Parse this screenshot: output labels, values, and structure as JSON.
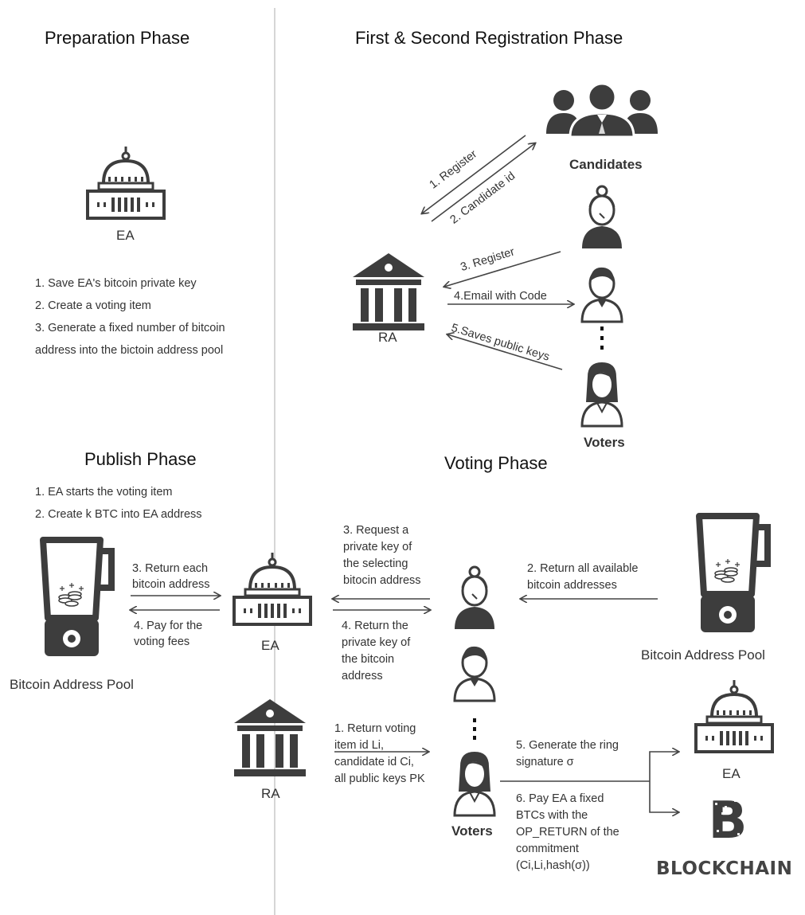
{
  "headings": {
    "preparation": "Preparation Phase",
    "registration": "First & Second Registration Phase",
    "publish": "Publish Phase",
    "voting": "Voting Phase"
  },
  "preparation": {
    "ea_label": "EA",
    "steps": [
      "1. Save EA's bitcoin private key",
      "2. Create a voting item",
      "3. Generate a fixed number of bitcoin",
      "address into the bictoin address pool"
    ]
  },
  "registration": {
    "candidates_label": "Candidates",
    "ra_label": "RA",
    "voters_label": "Voters",
    "arrows": {
      "register1": "1. Register",
      "candidate_id": "2. Candidate id",
      "register3": "3. Register",
      "email": "4.Email with Code",
      "saves": "5.Saves public keys"
    }
  },
  "publish": {
    "steps": [
      "1. EA starts the voting item",
      "2. Create k BTC into EA address"
    ],
    "return_each": [
      "3. Return each",
      "bitcoin address"
    ],
    "pay_fees": [
      "4. Pay for the",
      "voting fees"
    ],
    "pool_label": "Bitcoin Address Pool",
    "ea_label": "EA",
    "ra_label": "RA"
  },
  "voting": {
    "request": [
      "3. Request a",
      "private key of",
      "the selecting",
      "bitocin address"
    ],
    "return_key": [
      "4. Return the",
      "private key of",
      "the bitcoin",
      "address"
    ],
    "return_all": [
      "2. Return all available",
      "bitcoin addresses"
    ],
    "pool_label": "Bitcoin Address Pool",
    "return_voting": [
      "1. Return voting",
      "item id Li,",
      "candidate id Ci,",
      "all public keys PK"
    ],
    "ring": [
      "5. Generate the ring",
      "signature σ"
    ],
    "pay": [
      "6. Pay EA a fixed",
      "BTCs with the",
      "OP_RETURN of the",
      "commitment",
      "(Ci,Li,hash(σ))"
    ],
    "voters_label": "Voters",
    "ea_label": "EA",
    "blockchain_label": "BLOCKCHAIN",
    "bitcoin_glyph": "B"
  }
}
